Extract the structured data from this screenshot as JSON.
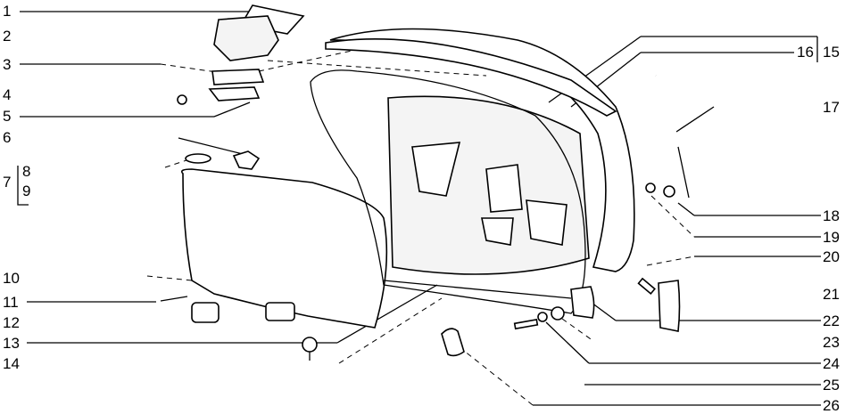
{
  "diagram": {
    "title": "Tailgate exploded parts diagram",
    "left_labels": [
      "1",
      "2",
      "3",
      "4",
      "5",
      "6",
      "7",
      "8",
      "9",
      "10",
      "11",
      "12",
      "13",
      "14"
    ],
    "right_labels": [
      "15",
      "16",
      "17",
      "18",
      "19",
      "20",
      "21",
      "22",
      "23",
      "24",
      "25",
      "26"
    ]
  }
}
